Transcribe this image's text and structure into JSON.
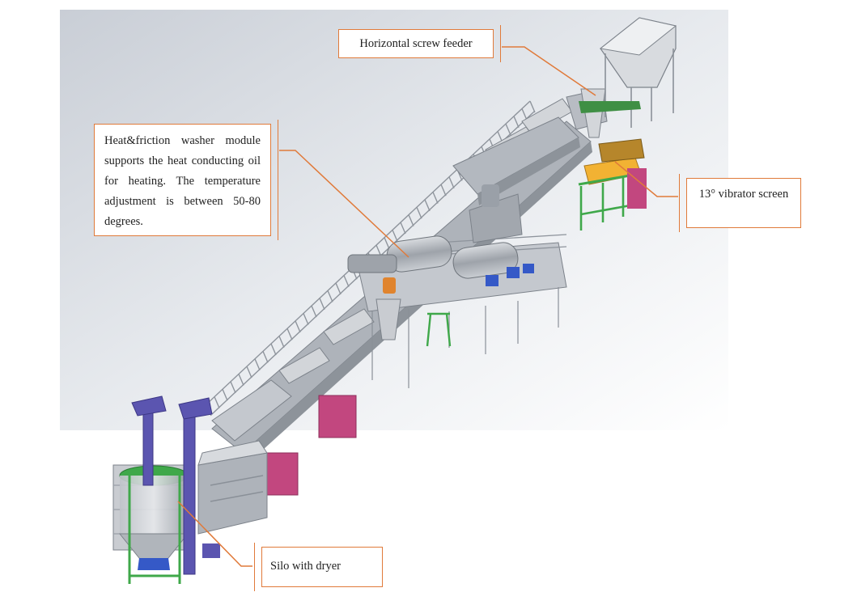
{
  "callouts": {
    "feeder": "Horizontal screw feeder",
    "washer": "Heat&friction washer module supports the heat conducting oil for heating. The temperature adjustment is between 50-80 degrees.",
    "screen": "13° vibrator screen",
    "silo": "Silo with dryer"
  },
  "colors": {
    "frame": "#9aa0a8",
    "steel": "#b8bcc3",
    "green": "#3fa84a",
    "purple": "#5b55b0",
    "magenta": "#c2477f",
    "orange": "#e0842e",
    "yellow": "#f2b233",
    "blue": "#3559c7",
    "callout_border": "#e07a3a"
  }
}
